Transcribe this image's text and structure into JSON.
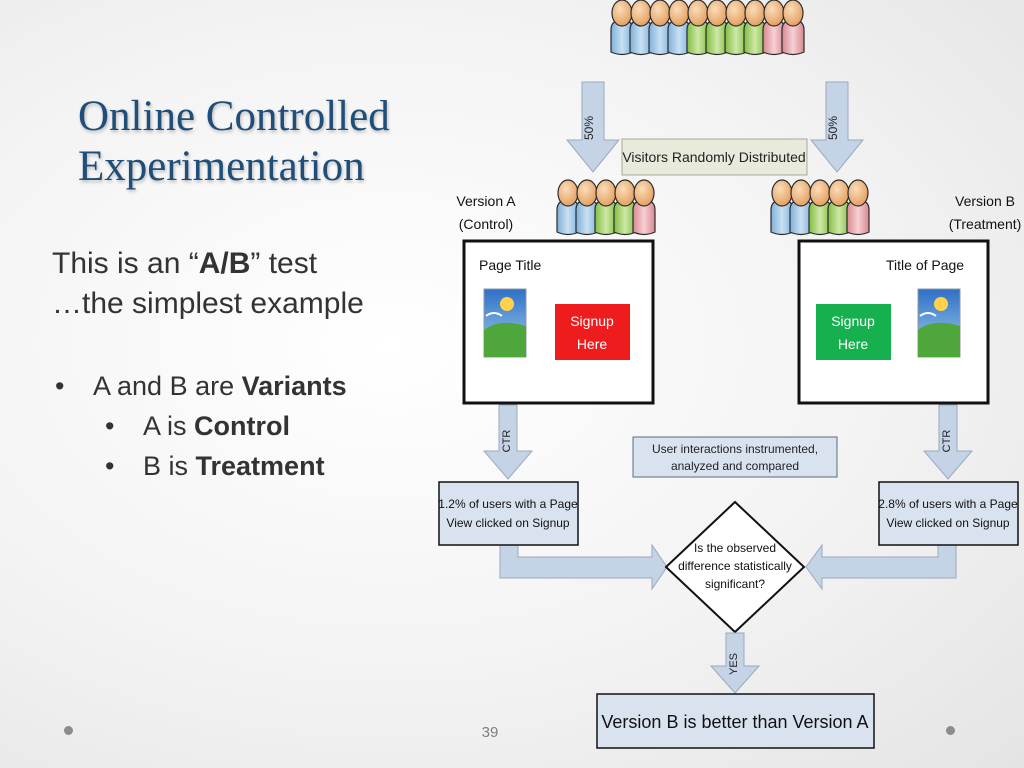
{
  "slide": {
    "title_line1": "Online Controlled",
    "title_line2": "Experimentation",
    "intro_prefix": "This is an “",
    "intro_bold": "A/B",
    "intro_suffix": "” test",
    "intro_line2": "…the simplest example",
    "bullets": [
      {
        "prefix": "A and B are ",
        "bold": "Variants"
      },
      {
        "prefix": "A is ",
        "bold": "Control"
      },
      {
        "prefix": "B is ",
        "bold": "Treatment"
      }
    ],
    "bullet_symbol": "•",
    "page_number": "39"
  },
  "diagram": {
    "left_split_label": "50%",
    "right_split_label": "50%",
    "distribution_label": "Visitors Randomly Distributed",
    "version_a_line1": "Version A",
    "version_a_line2": "(Control)",
    "version_b_line1": "Version B",
    "version_b_line2": "(Treatment)",
    "page_a_title": "Page Title",
    "page_a_button_line1": "Signup",
    "page_a_button_line2": "Here",
    "page_b_title": "Title of Page",
    "page_b_button_line1": "Signup",
    "page_b_button_line2": "Here",
    "ctr_label_left": "CTR",
    "ctr_label_right": "CTR",
    "instrument_line1": "User interactions instrumented,",
    "instrument_line2": "analyzed and compared",
    "result_a_line1": "1.2% of users with a Page",
    "result_a_line2": "View clicked on Signup",
    "result_b_line1": "2.8% of users with a Page",
    "result_b_line2": "View clicked on Signup",
    "decision_line1": "Is the observed",
    "decision_line2": "difference statistically",
    "decision_line3": "significant?",
    "yes_label": "YES",
    "conclusion": "Version B is better than Version A"
  },
  "colors": {
    "title": "#1f4e79",
    "arrow_fill": "#c4d3e6",
    "box_fill": "#d9e3f0",
    "signup_red": "#ee1c1c",
    "signup_green": "#16b04f",
    "person_blue": "#a9cbe6",
    "person_green": "#a9d56a",
    "person_pink": "#eeb2b8",
    "head": "#f2bd84"
  }
}
